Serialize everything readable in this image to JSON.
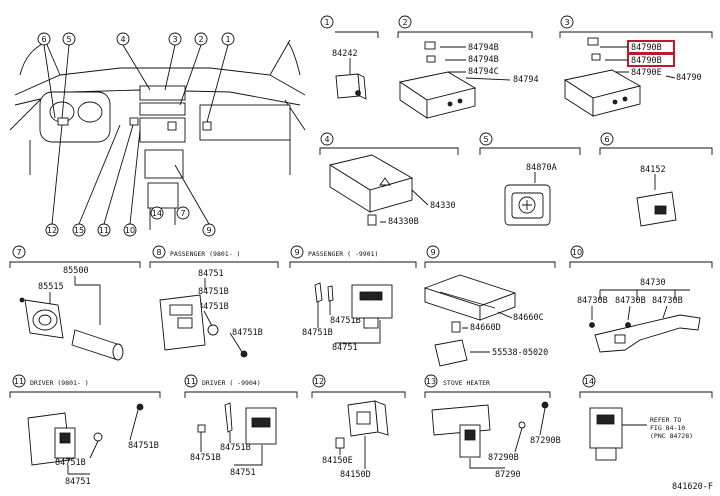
{
  "diagram": {
    "footer_code": "841620-F",
    "index_labels": [
      "6",
      "5",
      "4",
      "3",
      "2",
      "1",
      "12",
      "15",
      "11",
      "10",
      "14",
      "7",
      "9"
    ],
    "sections": [
      {
        "id": "s1",
        "num": "1",
        "parts": [
          "84242"
        ]
      },
      {
        "id": "s2",
        "num": "2",
        "parts": [
          "84794B",
          "84794B",
          "84794C",
          "84794"
        ]
      },
      {
        "id": "s3",
        "num": "3",
        "parts": [
          "84790B",
          "84790B",
          "84790E",
          "84790"
        ]
      },
      {
        "id": "s4",
        "num": "4",
        "parts": [
          "84330",
          "84330B"
        ]
      },
      {
        "id": "s5",
        "num": "5",
        "parts": [
          "84870A"
        ]
      },
      {
        "id": "s6",
        "num": "6",
        "parts": [
          "84152"
        ]
      },
      {
        "id": "s7",
        "num": "7",
        "parts": [
          "85500",
          "85515"
        ]
      },
      {
        "id": "s8",
        "num": "8",
        "title": "PASSENGER (9801-    )",
        "parts": [
          "84751",
          "84751B",
          "84751B",
          "84751B"
        ]
      },
      {
        "id": "s9",
        "num": "9",
        "title": "PASSENGER (    -9901)",
        "parts": [
          "84751B",
          "84751B",
          "84751"
        ]
      },
      {
        "id": "s10",
        "num": "9",
        "parts": [
          "84660C",
          "84660D",
          "55538-05020"
        ]
      },
      {
        "id": "s11",
        "num": "10",
        "parts": [
          "84730",
          "84730B",
          "84730B",
          "84730B"
        ]
      },
      {
        "id": "s12",
        "num": "11",
        "title": "DRIVER (9801-    )",
        "parts": [
          "84751B",
          "84751B",
          "84751"
        ]
      },
      {
        "id": "s13",
        "num": "11",
        "title": "DRIVER (    -9904)",
        "parts": [
          "84751B",
          "84751B",
          "84751"
        ]
      },
      {
        "id": "s14",
        "num": "12",
        "parts": [
          "84150E",
          "84150D"
        ]
      },
      {
        "id": "s15",
        "num": "13",
        "title": "STOVE HEATER",
        "parts": [
          "87290B",
          "87290B",
          "87290"
        ]
      },
      {
        "id": "s16",
        "num": "14",
        "refer": [
          "REFER TO",
          "FIG 84-10",
          "(PNC 84728)"
        ]
      }
    ],
    "highlight_color": "#c0182a"
  }
}
